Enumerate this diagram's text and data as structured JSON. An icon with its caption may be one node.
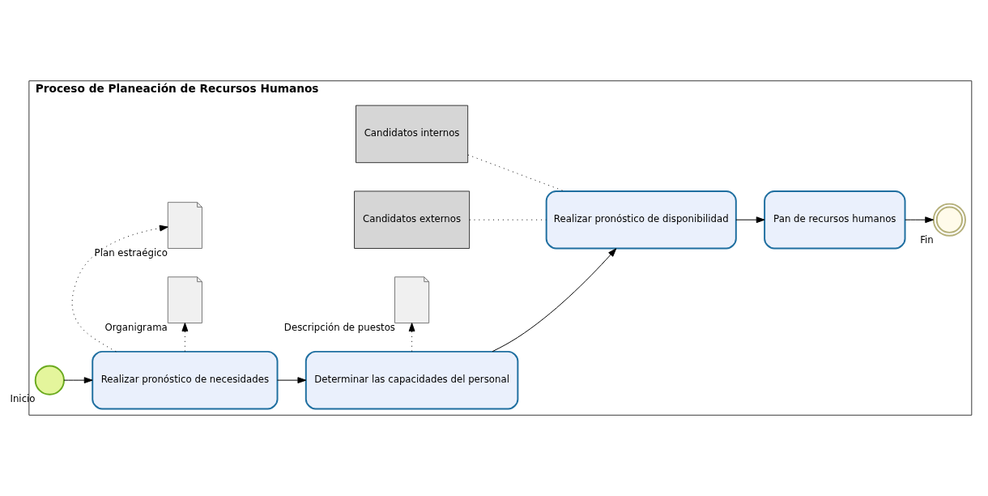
{
  "diagram": {
    "nodes": [
      {
        "text": [
          "Proceso de Planeación de Recursos Humanos"
        ]
      },
      {
        "text": [],
        "shape": "document",
        "beside": [
          "Plan estraégico"
        ],
        "in": 0
      },
      {
        "text": [
          "Candidatos internos"
        ],
        "in": 0
      },
      {
        "text": [
          "Candidatos externos"
        ],
        "in": 0
      },
      {
        "text": [],
        "shape": "circle",
        "beside": [
          "Inicio"
        ],
        "in": 0
      },
      {
        "text": [
          "Realizar pronóstico de necesidades"
        ],
        "in": 0
      },
      {
        "text": [
          "Determinar las capacidades del personal"
        ],
        "in": 0
      },
      {
        "text": [
          "Realizar pronóstico de disponibilidad"
        ],
        "in": 0
      },
      {
        "text": [
          "Pan de recursos humanos"
        ],
        "in": 0
      },
      {
        "text": [],
        "shape": "circle",
        "beside": [
          "Fin"
        ],
        "in": 0
      },
      {
        "text": [],
        "shape": "document",
        "beside": [
          "Organigrama"
        ],
        "in": 0
      },
      {
        "text": [],
        "shape": "document",
        "beside": [
          "Descripción de puestos"
        ],
        "in": 0
      }
    ],
    "edges": [
      {
        "from": 4,
        "to": 5,
        "arrow": "to"
      },
      {
        "from": 5,
        "to": 6,
        "arrow": "to"
      },
      {
        "from": 6,
        "to": 7,
        "arrow": "to"
      },
      {
        "from": 7,
        "to": 8,
        "arrow": "to"
      },
      {
        "from": 8,
        "to": 9,
        "arrow": "to"
      },
      {
        "from": 5,
        "to": 1,
        "arrow": "to",
        "style": "dashed"
      },
      {
        "from": 5,
        "to": 10,
        "arrow": "to",
        "style": "dashed"
      },
      {
        "from": 6,
        "to": 11,
        "arrow": "to",
        "style": "dashed"
      },
      {
        "from": 2,
        "to": 7,
        "arrow": "none",
        "style": "dashed"
      },
      {
        "from": 3,
        "to": 7,
        "arrow": "none",
        "style": "dashed"
      }
    ]
  }
}
